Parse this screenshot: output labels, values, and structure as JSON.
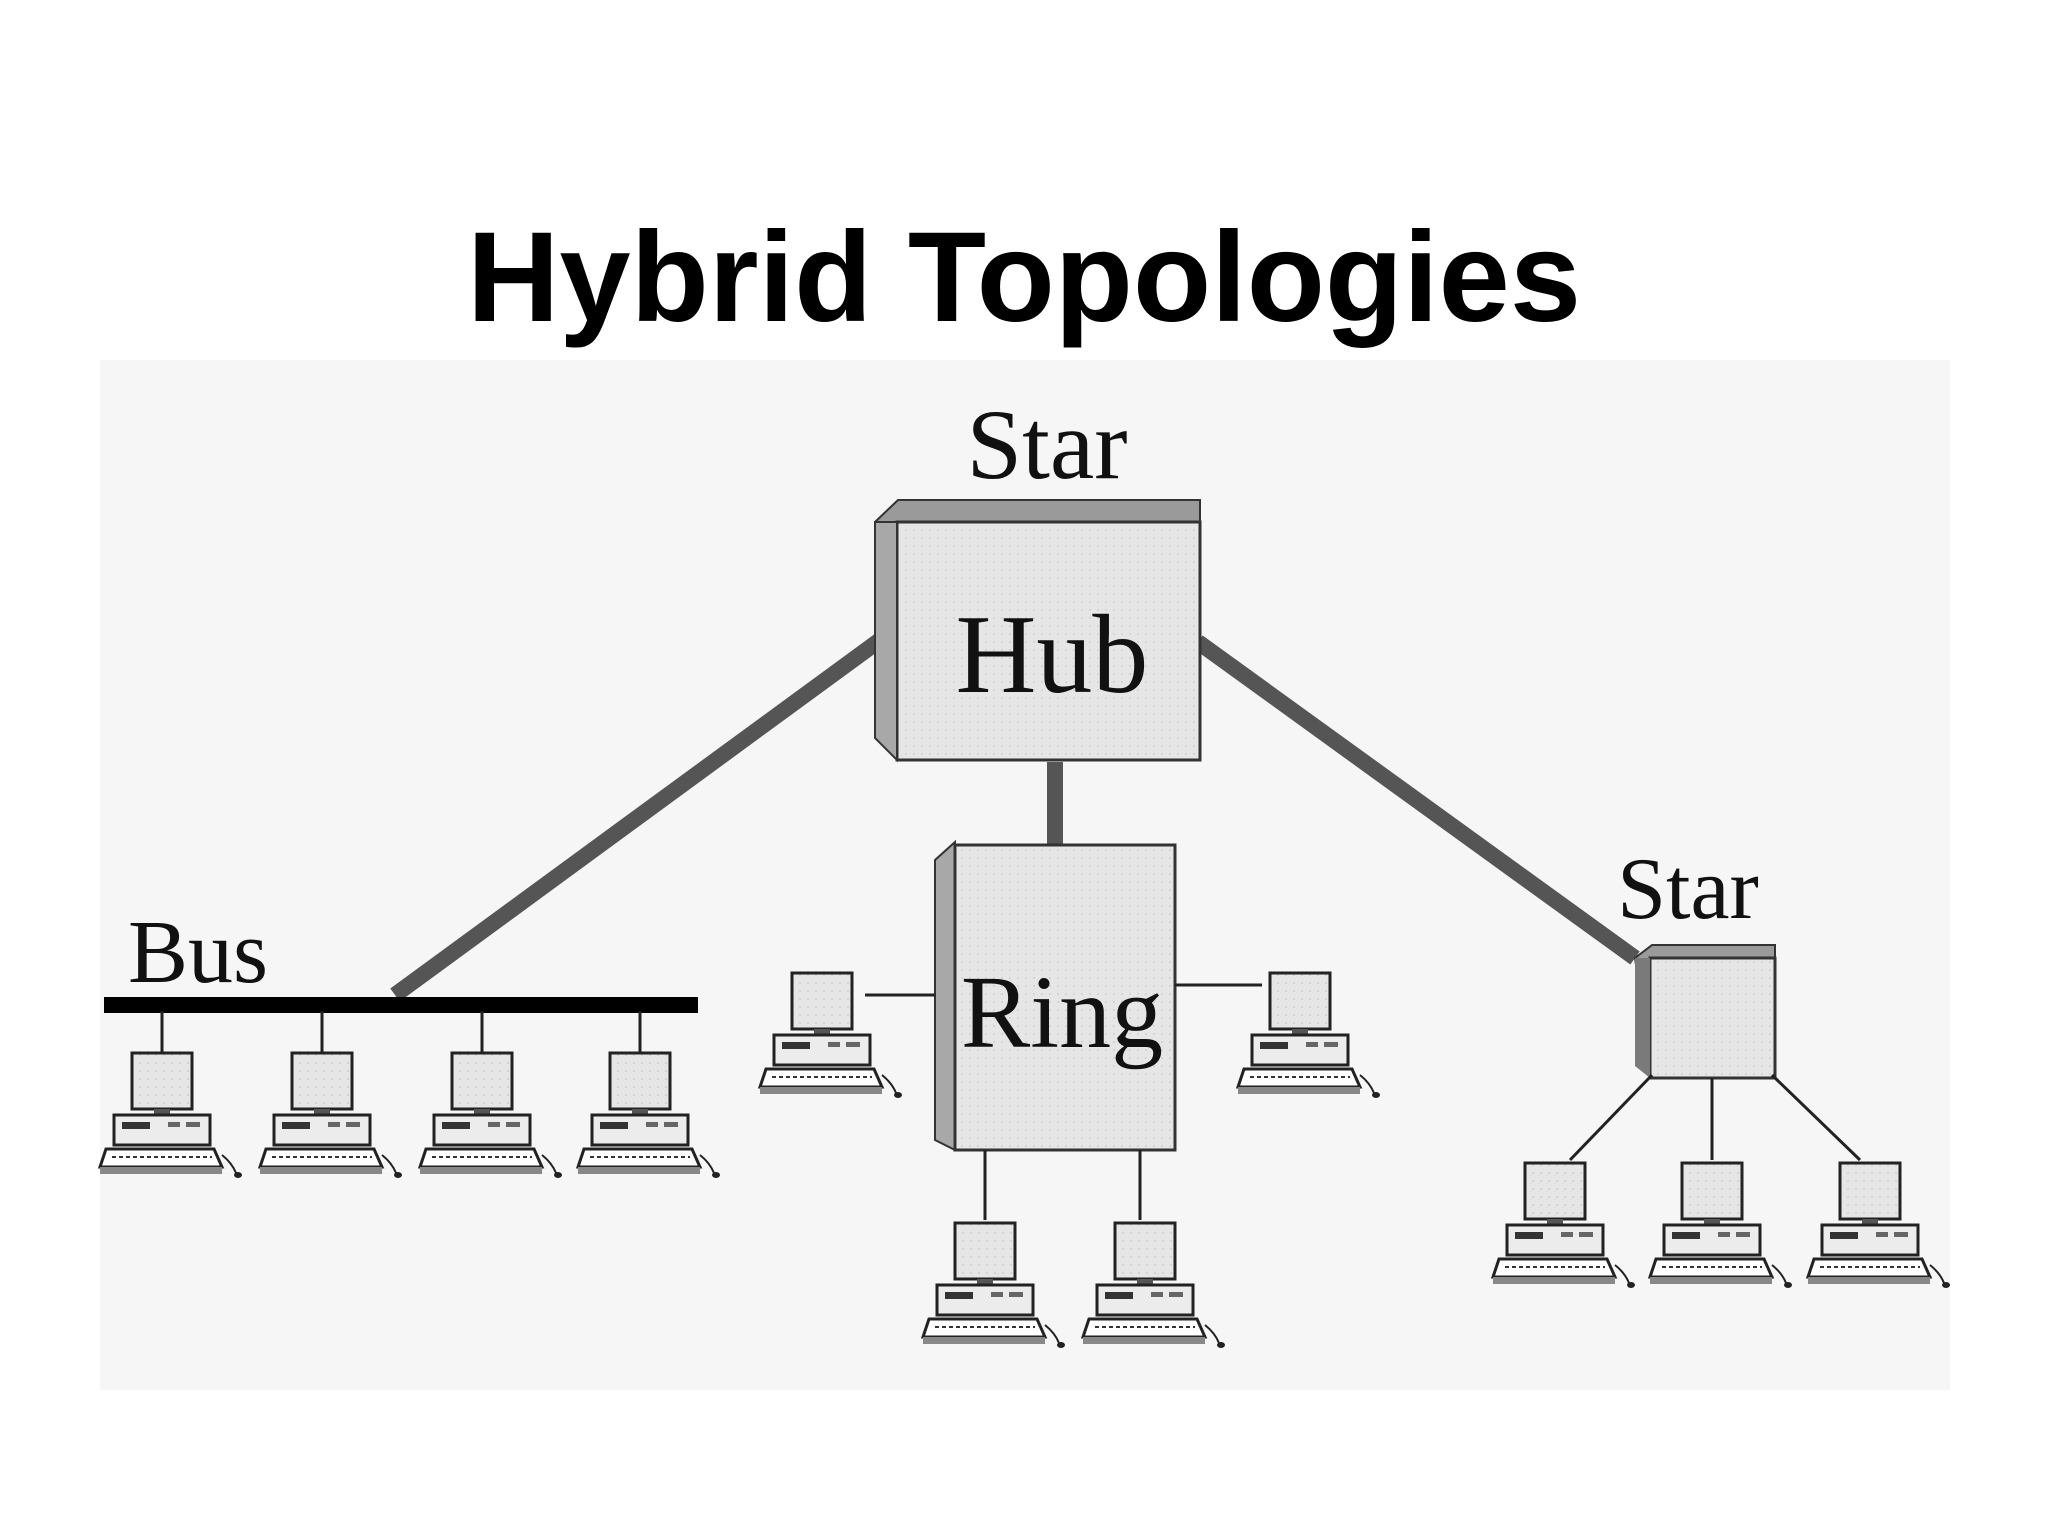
{
  "title": "Hybrid Topologies",
  "diagram": {
    "labels": {
      "star_top": "Star",
      "hub": "Hub",
      "ring": "Ring",
      "bus": "Bus",
      "star_right": "Star"
    },
    "icons": {
      "computer": "computer-icon",
      "hub": "hub-box-icon"
    },
    "colors": {
      "link": "#555555",
      "bus": "#000000",
      "box_fill": "#e4e4e4",
      "box_side": "#9a9a9a"
    }
  }
}
